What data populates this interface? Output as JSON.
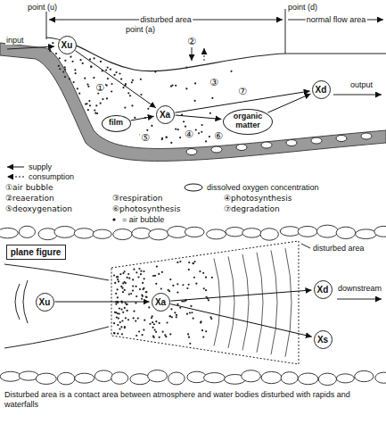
{
  "diagram": {
    "caption": "Disturbed area is a contact area between atmosphere and water bodies disturbed with rapids and waterfalls",
    "nodes": [
      {
        "text": [
          "Xu"
        ]
      },
      {
        "text": [
          "Xa"
        ]
      },
      {
        "text": [
          "Xd"
        ]
      },
      {
        "text": [
          "film"
        ]
      },
      {
        "text": [
          "organic matter"
        ]
      },
      {
        "text": [
          "plane figure"
        ]
      },
      {
        "text": [
          "Xu"
        ]
      },
      {
        "text": [
          "Xa"
        ]
      },
      {
        "text": [
          "Xd"
        ]
      },
      {
        "text": [
          "Xs"
        ]
      }
    ],
    "edges": [
      {
        "from": 0,
        "to": 1,
        "arrow": "to"
      },
      {
        "from": 1,
        "to": 2,
        "arrow": "to"
      },
      {
        "from": 3,
        "to": 1,
        "arrow": "to"
      },
      {
        "from": 1,
        "to": 4,
        "arrow": "to"
      },
      {
        "from": 4,
        "to": 2,
        "arrow": "to"
      },
      {
        "from": 6,
        "to": 7,
        "arrow": "to"
      },
      {
        "from": 7,
        "to": 8,
        "arrow": "to"
      },
      {
        "from": 7,
        "to": 9,
        "arrow": "to"
      }
    ],
    "labels": [
      "point (u)",
      "point (d)",
      "disturbed area",
      "normal flow area",
      "input",
      "point (a)",
      "output",
      "①",
      "②",
      "③",
      "④",
      "⑤",
      "⑥",
      "⑦",
      "①air bubble",
      "②reaeration",
      "③respiration",
      "④photosynthesis",
      "⑤deoxygenation",
      "⑥photosynthesis",
      "⑦degradation",
      "disturbed area",
      "downstream"
    ],
    "legend": [
      {
        "text": "supply"
      },
      {
        "text": "consumption"
      },
      {
        "text": "dissolved oxygen concentration"
      },
      {
        "text": "= air bubble"
      }
    ]
  }
}
